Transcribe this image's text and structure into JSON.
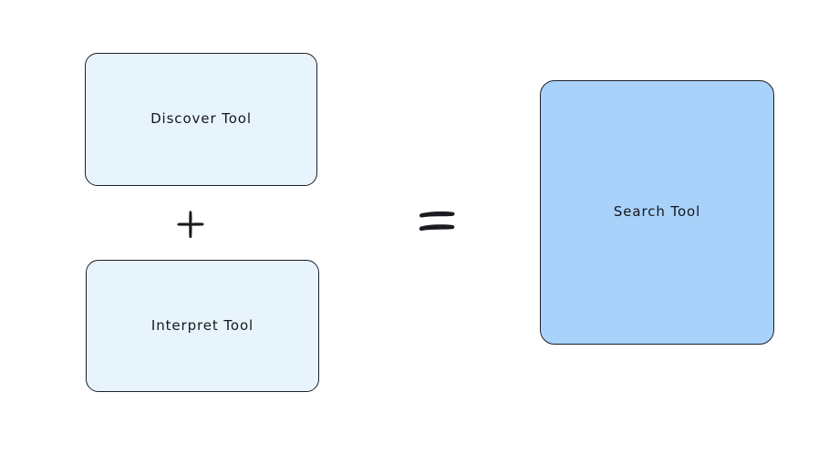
{
  "diagram": {
    "type": "equation-diagram",
    "background_color": "#ffffff",
    "stroke_color": "#1e1e28",
    "text_color": "#16161d",
    "operands": [
      {
        "id": "discover",
        "label": "Discover Tool",
        "fill_color": "#e8f4fc",
        "shape": "rounded-rectangle"
      },
      {
        "id": "interpret",
        "label": "Interpret Tool",
        "fill_color": "#e8f4fc",
        "shape": "rounded-rectangle"
      }
    ],
    "result": {
      "id": "search",
      "label": "Search Tool",
      "fill_color": "#a9d2fb",
      "shape": "rounded-rectangle"
    },
    "operators": {
      "plus": "+",
      "equals": "="
    },
    "equation_text": "Discover Tool + Interpret Tool = Search Tool"
  }
}
